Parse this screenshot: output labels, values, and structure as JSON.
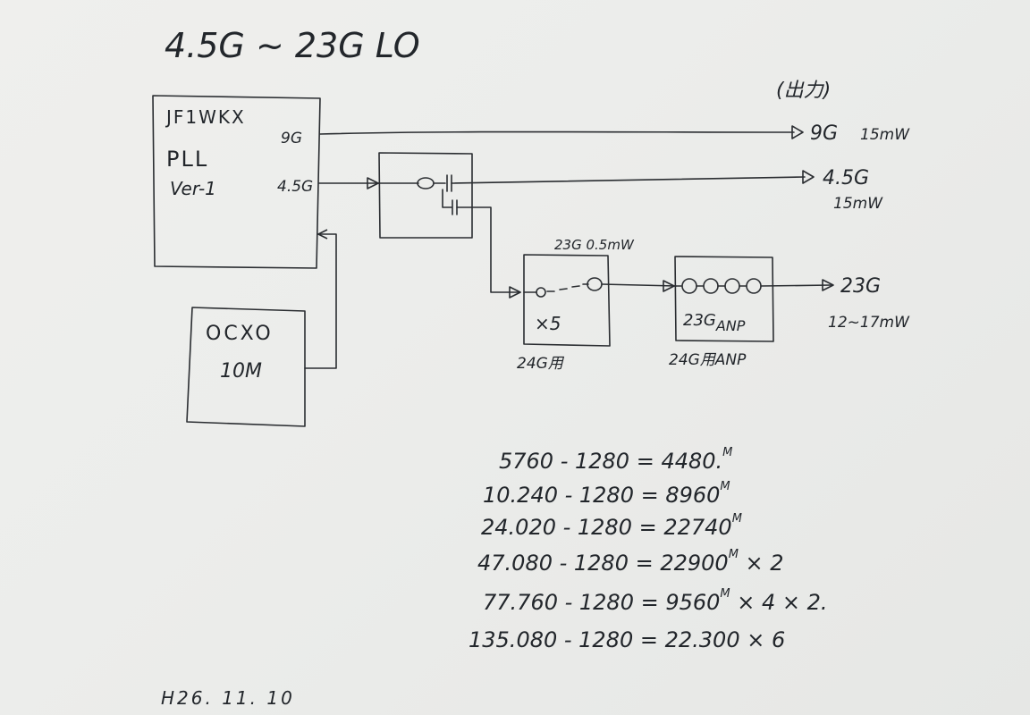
{
  "title": "4.5G ~ 23G LO",
  "output_header": "(出力)",
  "pll": {
    "name": "JF1WKX",
    "type": "PLL",
    "version": "Ver-1",
    "port_9g": "9G",
    "port_45g_base": "4.5",
    "port_45g_end": "G"
  },
  "ocxo": {
    "name": "OCXO",
    "freq": "10M"
  },
  "multiplier": {
    "top_label": "23G 0.5mW",
    "inner": "×5",
    "caption": "24G用"
  },
  "amp": {
    "inner_base": "23G",
    "inner_sub": "ANP",
    "caption": "24G用ANP"
  },
  "outputs": [
    {
      "freq": "9G",
      "power": "15mW"
    },
    {
      "freq": "4.5G",
      "power": "15mW"
    },
    {
      "freq": "23G",
      "power": "12~17mW"
    }
  ],
  "calc": [
    {
      "expr": "5760 - 1280 = 4480.",
      "sup": "M",
      "suffix": ""
    },
    {
      "expr": "10.240 - 1280 = 8960",
      "sup": "M",
      "suffix": ""
    },
    {
      "expr": "24.020 - 1280 = 22740",
      "sup": "M",
      "suffix": ""
    },
    {
      "expr": "47.080 - 1280 = 22900",
      "sup": "M",
      "suffix": " × 2"
    },
    {
      "expr": "77.760 - 1280 = 9560",
      "sup": "M",
      "suffix": " × 4 × 2."
    },
    {
      "expr": "135.080 - 1280 = 22.300 × 6",
      "sup": "",
      "suffix": ""
    }
  ],
  "date": "H26. 11. 10"
}
